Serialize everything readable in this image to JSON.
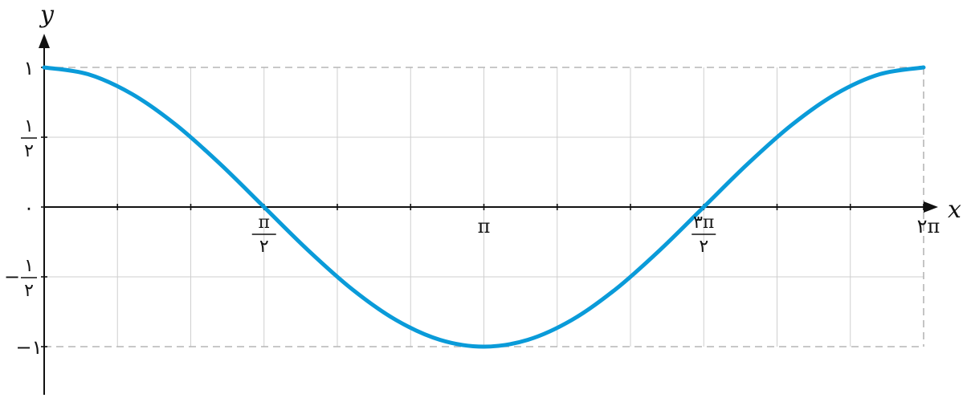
{
  "chart_data": {
    "type": "line",
    "xlabel": "x",
    "ylabel": "y",
    "xlim": [
      0,
      6.2832
    ],
    "ylim": [
      -1,
      1
    ],
    "grid": true,
    "x_ticks": [
      {
        "value": 1.5708,
        "num": "π",
        "den": "۲"
      },
      {
        "value": 3.1416,
        "text": "π"
      },
      {
        "value": 4.7124,
        "num": "۳π",
        "den": "۲"
      },
      {
        "value": 6.2832,
        "text": "۲π"
      }
    ],
    "y_ticks": [
      {
        "value": 1,
        "text": "۱"
      },
      {
        "value": 0.5,
        "num": "۱",
        "den": "۲"
      },
      {
        "value": 0,
        "text": "۰"
      },
      {
        "value": -0.5,
        "sign": "−",
        "num": "۱",
        "den": "۲"
      },
      {
        "value": -1,
        "text": "−۱"
      }
    ],
    "series": [
      {
        "color": "#0a9bd9",
        "x": [
          0,
          0.3142,
          0.6283,
          0.9425,
          1.2566,
          1.5708,
          1.885,
          2.1991,
          2.5133,
          2.8274,
          3.1416,
          3.4558,
          3.7699,
          4.0841,
          4.3982,
          4.7124,
          5.0265,
          5.3407,
          5.6549,
          5.969,
          6.2832
        ],
        "y": [
          1,
          0.9511,
          0.809,
          0.5878,
          0.309,
          0,
          -0.309,
          -0.5878,
          -0.809,
          -0.9511,
          -1,
          -0.9511,
          -0.809,
          -0.5878,
          -0.309,
          0,
          0.309,
          0.5878,
          0.809,
          0.9511,
          1
        ]
      }
    ]
  }
}
